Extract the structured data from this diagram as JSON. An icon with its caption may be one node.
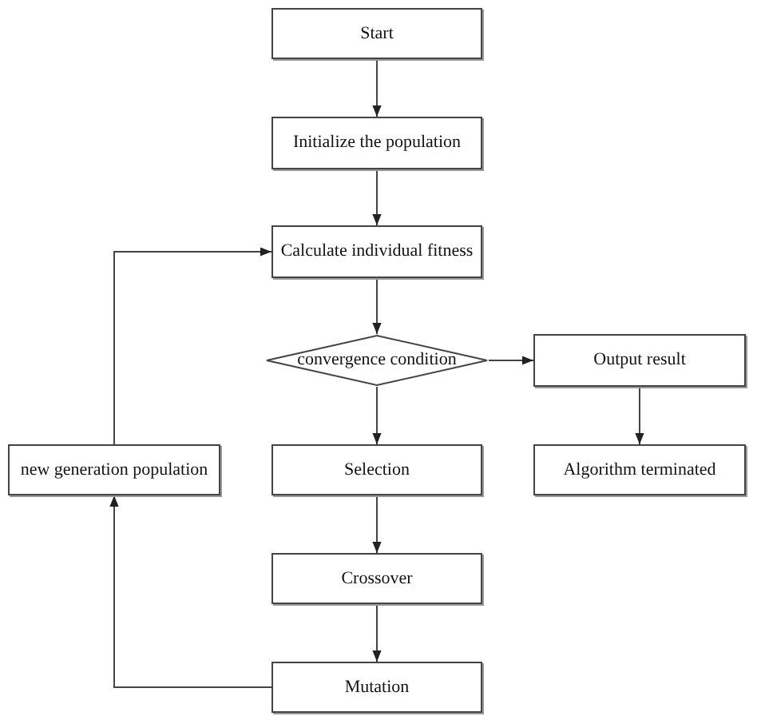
{
  "diagram": {
    "nodes": [
      {
        "text": [
          "Start"
        ]
      },
      {
        "text": [
          "Initialize the population"
        ]
      },
      {
        "text": [
          "Calculate individual fitness"
        ]
      },
      {
        "text": [
          "convergence condition"
        ]
      },
      {
        "text": [
          "Output result"
        ]
      },
      {
        "text": [
          "new generation population"
        ]
      },
      {
        "text": [
          "Selection"
        ]
      },
      {
        "text": [
          "Algorithm terminated"
        ]
      },
      {
        "text": [
          "Crossover"
        ]
      },
      {
        "text": [
          "Mutation"
        ]
      }
    ],
    "edges": [
      {
        "from": 0,
        "to": 1,
        "arrow": "to"
      },
      {
        "from": 1,
        "to": 2,
        "arrow": "to"
      },
      {
        "from": 2,
        "to": 3,
        "arrow": "to"
      },
      {
        "from": 3,
        "to": 4,
        "arrow": "to"
      },
      {
        "from": 3,
        "to": 6,
        "arrow": "to"
      },
      {
        "from": 4,
        "to": 7,
        "arrow": "to"
      },
      {
        "from": 6,
        "to": 8,
        "arrow": "to"
      },
      {
        "from": 8,
        "to": 9,
        "arrow": "to"
      },
      {
        "from": 9,
        "to": 5,
        "arrow": "to"
      },
      {
        "from": 5,
        "to": 2,
        "arrow": "to"
      }
    ]
  }
}
